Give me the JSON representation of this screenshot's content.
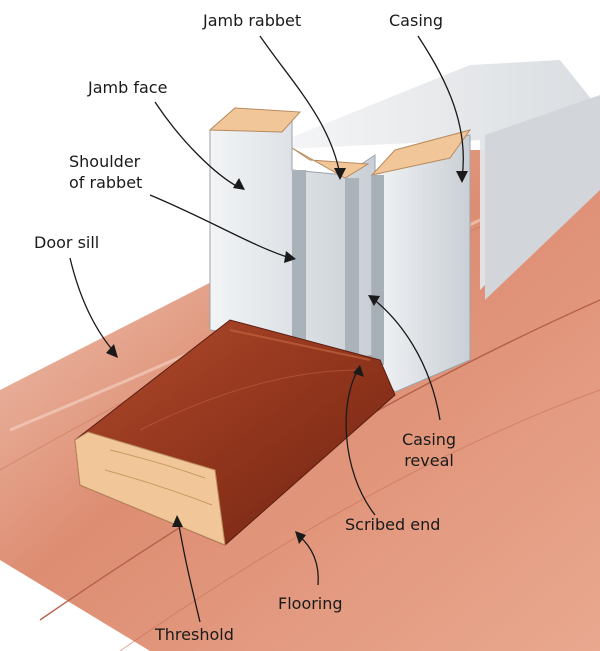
{
  "diagram": {
    "labels": {
      "jamb_rabbet": "Jamb rabbet",
      "casing": "Casing",
      "jamb_face": "Jamb face",
      "shoulder_line1": "Shoulder",
      "shoulder_line2": "of rabbet",
      "door_sill": "Door sill",
      "casing_reveal_line1": "Casing",
      "casing_reveal_line2": "reveal",
      "scribed_end": "Scribed end",
      "flooring": "Flooring",
      "threshold": "Threshold"
    },
    "colors": {
      "floor": "#d9826a",
      "floor_light": "#efc1ad",
      "threshold": "#9a3b22",
      "threshold_dark": "#6e2413",
      "end_grain": "#f1c79a",
      "jamb": "#e6eaee",
      "jamb_shade": "#b9c0c7",
      "leader": "#1a1a1a"
    }
  }
}
